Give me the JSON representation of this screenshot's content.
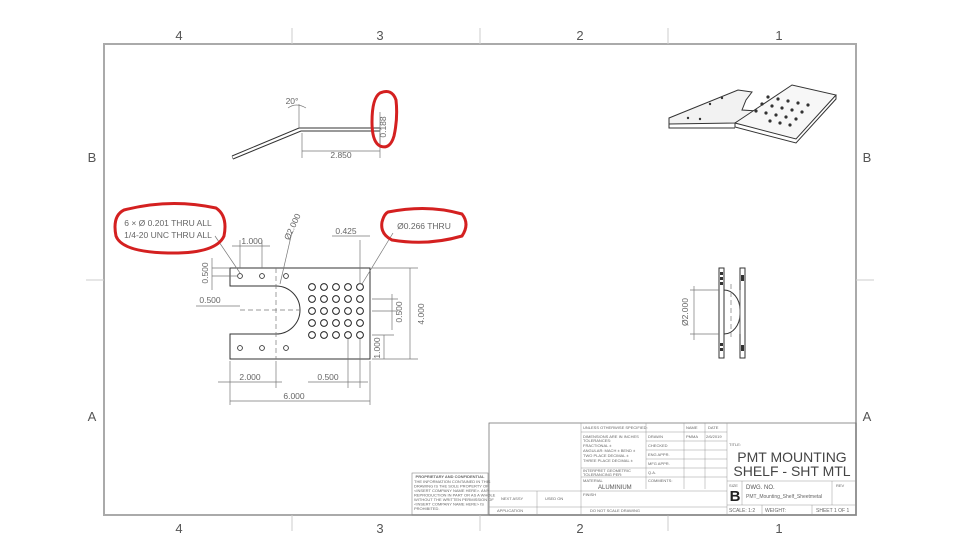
{
  "zones": {
    "top": [
      "4",
      "3",
      "2",
      "1"
    ],
    "bottom": [
      "4",
      "3",
      "2",
      "1"
    ],
    "left": [
      "B",
      "A"
    ],
    "right": [
      "B",
      "A"
    ]
  },
  "dims": {
    "angle": "20°",
    "thickness": "0.188",
    "bend_length": "2.850",
    "hole_note_line1": "6 × Ø 0.201 THRU ALL",
    "hole_note_line2": "1/4-20 UNC THRU ALL",
    "top_spacing": "1.000",
    "slot_dia": "Ø2.000",
    "grid_offset": "0.425",
    "grid_hole": "Ø0.266 THRU",
    "edge_v": "0.500",
    "edge_h": "0.500",
    "grid_pitch_v": "0.500",
    "height": "4.000",
    "bottom_v": "1.000",
    "slot_offset": "2.000",
    "grid_pitch_h": "0.500",
    "width": "6.000",
    "side_dia": "Ø2.000"
  },
  "title_block": {
    "tolerance_header": "UNLESS OTHERWISE SPECIFIED:",
    "tol_lines": [
      "DIMENSIONS ARE IN INCHES",
      "TOLERANCES:",
      "FRACTIONAL ±",
      "ANGULAR: MACH ±   BEND ±",
      "TWO PLACE DECIMAL   ±",
      "THREE PLACE DECIMAL  ±"
    ],
    "interpret": [
      "INTERPRET GEOMETRIC",
      "TOLERANCING PER:"
    ],
    "material_label": "MATERIAL",
    "material": "ALUMINIUM",
    "finish_label": "FINISH",
    "comments": "COMMENTS:",
    "qa": "Q.A.",
    "mfg_appr": "MFG APPR.",
    "eng_appr": "ENG APPR.",
    "checked": "CHECKED",
    "drawn": "DRAWN",
    "name_col": "NAME",
    "date_col": "DATE",
    "drawn_name": "PMMA",
    "drawn_date": "2/6/2019",
    "next_assy": "NEXT ASSY",
    "used_on": "USED ON",
    "application": "APPLICATION",
    "do_not_scale": "DO NOT SCALE DRAWING",
    "title_label": "TITLE:",
    "title_line1": "PMT MOUNTING",
    "title_line2": "SHELF - SHT MTL",
    "size_label": "SIZE",
    "size": "B",
    "dwg_label": "DWG.  NO.",
    "dwg_no": "PMT_Mounting_Shelf_Sheetmetal",
    "rev_label": "REV",
    "scale": "SCALE: 1:2",
    "weight": "WEIGHT:",
    "sheet": "SHEET 1 OF 1",
    "proprietary_title": "PROPRIETARY AND CONFIDENTIAL",
    "proprietary_lines": [
      "THE INFORMATION CONTAINED IN THIS",
      "DRAWING IS THE SOLE PROPERTY OF",
      "<INSERT COMPANY NAME HERE>. ANY",
      "REPRODUCTION IN PART OR AS A WHOLE",
      "WITHOUT THE WRITTEN PERMISSION OF",
      "<INSERT COMPANY NAME HERE> IS",
      "PROHIBITED."
    ]
  }
}
